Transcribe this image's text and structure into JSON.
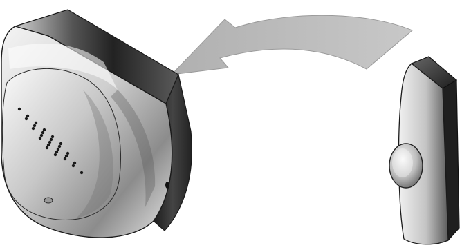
{
  "scene": {
    "chime_unit": {
      "speaker_holes": 26
    },
    "arrow": {
      "direction": "right-to-left"
    },
    "push_button": {
      "shape": "rounded-oval"
    }
  },
  "colors": {
    "background": "#ffffff",
    "arrow_fill": "#bdbdbd",
    "body_dark": "#2b2b2b",
    "body_mid": "#8a8a8a",
    "body_light": "#efefef",
    "outline": "#1a1a1a"
  }
}
